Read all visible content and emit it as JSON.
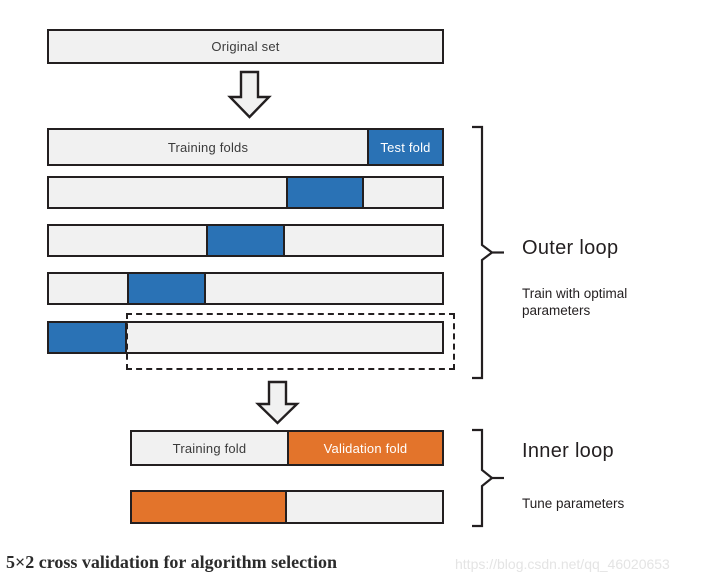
{
  "diagram": {
    "caption": "5×2 cross validation for algorithm selection",
    "watermark": "https://blog.csdn.net/qq_46020653",
    "colors": {
      "test_fold_blue": "#2a72b5",
      "validation_fold_orange": "#e3742b",
      "fold_gray": "#f1f1f1",
      "outline": "#231f20"
    },
    "original_set": {
      "label": "Original set"
    },
    "outer_loop": {
      "title": "Outer loop",
      "subtitle": "Train with optimal\nparameters",
      "rows": [
        {
          "labels": {
            "training": "Training folds",
            "test": "Test fold"
          },
          "test_fold_index": 4
        },
        {
          "labels": {
            "training": "",
            "test": ""
          },
          "test_fold_index": 3
        },
        {
          "labels": {
            "training": "",
            "test": ""
          },
          "test_fold_index": 2
        },
        {
          "labels": {
            "training": "",
            "test": ""
          },
          "test_fold_index": 1
        },
        {
          "labels": {
            "training": "",
            "test": ""
          },
          "test_fold_index": 0
        }
      ]
    },
    "inner_loop": {
      "title": "Inner loop",
      "subtitle": "Tune parameters",
      "rows": [
        {
          "labels": {
            "training": "Training fold",
            "validation": "Validation fold"
          },
          "validation_side": "right"
        },
        {
          "labels": {
            "training": "",
            "validation": ""
          },
          "validation_side": "left"
        }
      ]
    },
    "arrows": {
      "top": "down-block-arrow",
      "middle": "down-block-arrow"
    }
  }
}
